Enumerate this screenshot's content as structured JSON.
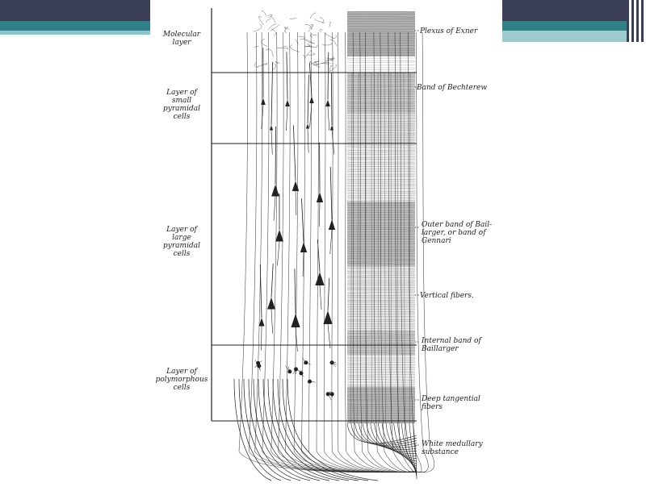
{
  "layers": [
    {
      "id": "molecular",
      "label_lines": [
        "Molecular",
        "layer"
      ]
    },
    {
      "id": "small-pyramidal",
      "label_lines": [
        "Layer of",
        "small",
        "pyramidal",
        "cells"
      ]
    },
    {
      "id": "large-pyramidal",
      "label_lines": [
        "Layer of",
        "large",
        "pyramidal",
        "cells"
      ]
    },
    {
      "id": "polymorphous",
      "label_lines": [
        "Layer of",
        "polymorphous",
        "cells"
      ]
    }
  ],
  "bands": [
    {
      "id": "plexus-exner",
      "label_lines": [
        "Plexus of Exner"
      ]
    },
    {
      "id": "band-bechterew",
      "label_lines": [
        "Band of Bechterew"
      ]
    },
    {
      "id": "outer-baillarger",
      "label_lines": [
        "Outer band of Bail-",
        "larger, or band of",
        "Gennari"
      ]
    },
    {
      "id": "vertical-fibers",
      "label_lines": [
        "Vertical fibers."
      ]
    },
    {
      "id": "internal-baillarger",
      "label_lines": [
        "Internal band of",
        "Baillarger"
      ]
    },
    {
      "id": "deep-tangential",
      "label_lines": [
        "Deep tangential",
        "fibers"
      ]
    },
    {
      "id": "white-medullary",
      "label_lines": [
        "White medullary",
        "substance"
      ]
    }
  ],
  "colors": {
    "header_dark": "#3b3f55",
    "header_teal": "#2f7f86",
    "header_pale": "#8fc5c8",
    "ink": "#222222"
  }
}
